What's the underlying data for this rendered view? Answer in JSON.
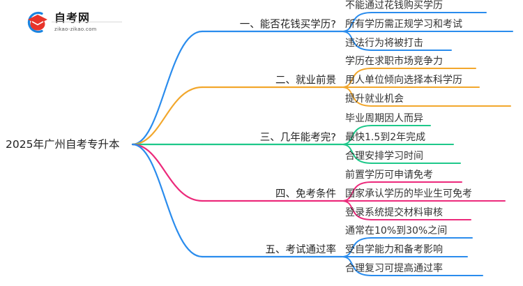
{
  "logo": {
    "name_cn": "自考网",
    "domain": "zikao-zikao.com",
    "mark_icon": "graduation-cap-icon",
    "ring_color": "#1a84e0",
    "cap_color": "#e8342a"
  },
  "mindmap": {
    "root": "2025年广州自考专升本",
    "branches": [
      {
        "label": "一、能否花钱买学历?",
        "color": "#2a8ced",
        "leaves": [
          "不能通过花钱购买学历",
          "所有学历需正规学习和考试",
          "违法行为将被打击"
        ]
      },
      {
        "label": "二、就业前景",
        "color": "#f2a72c",
        "leaves": [
          "学历在求职市场竞争力",
          "用人单位倾向选择本科学历",
          "提升就业机会"
        ]
      },
      {
        "label": "三、几年能考完?",
        "color": "#1ec88a",
        "leaves": [
          "毕业周期因人而异",
          "最快1.5到2年完成",
          "合理安排学习时间"
        ]
      },
      {
        "label": "四、免考条件",
        "color": "#ec2a7b",
        "leaves": [
          "前置学历可申请免考",
          "国家承认学历的毕业生可免考",
          "登录系统提交材料审核"
        ]
      },
      {
        "label": "五、考试通过率",
        "color": "#2a8ced",
        "leaves": [
          "通常在10%到30%之间",
          "受自学能力和备考影响",
          "合理复习可提高通过率"
        ]
      }
    ]
  }
}
